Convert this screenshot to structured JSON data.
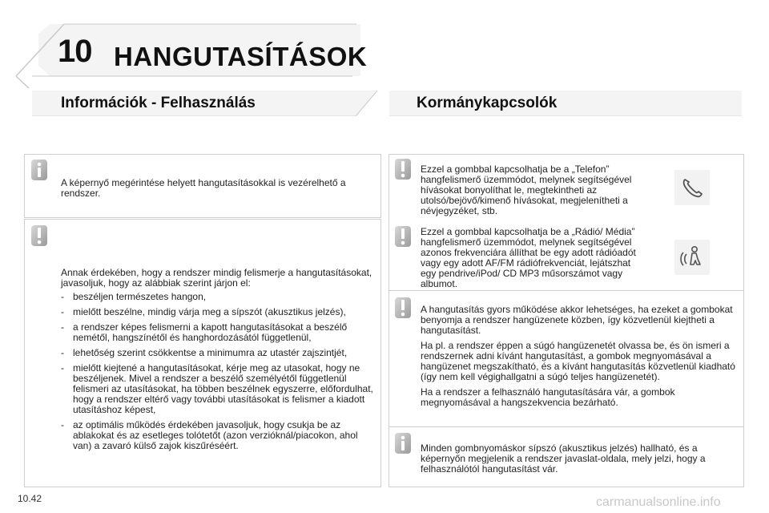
{
  "chapter": {
    "number": "10",
    "title": "HANGUTASÍTÁSOK"
  },
  "left_section": {
    "heading": "Információk - Felhasználás",
    "info_note": "A képernyő megérintése helyett hangutasításokkal is vezérelhető a rendszer.",
    "warning_intro": "Annak érdekében, hogy a rendszer mindig felismerje a hangutasításokat, javasoljuk, hogy az alábbiak szerint járjon el:",
    "bullets": [
      "beszéljen természetes hangon,",
      "mielőtt beszélne, mindig várja meg a sípszót (akusztikus jelzés),",
      "a rendszer képes felismerni a kapott hangutasításokat a beszélő nemétől, hangszínétől és hanghordozásától függetlenül,",
      "lehetőség szerint csökkentse a minimumra az utastér zajszintjét,",
      "mielőtt kiejtené a hangutasításokat, kérje meg az utasokat, hogy ne beszéljenek. Mivel a rendszer a beszélő személyétől függetlenül felismeri az utasításokat, ha többen beszélnek egyszerre, előfordulhat, hogy a rendszer eltérő vagy további utasításokat is felismer a kiadott utasításhoz képest,",
      "az optimális működés érdekében javasoljuk, hogy csukja be az ablakokat és az esetleges tolótetőt (azon verzióknál/piacokon, ahol van) a zavaró külső zajok kiszűréséért."
    ]
  },
  "right_section": {
    "heading": "Kormánykapcsolók",
    "phone_text": "Ezzel a gombbal kapcsolhatja be a „Telefon” hangfelismerő üzemmódot, melynek segítségével hívásokat bonyolíthat le, megtekintheti az utolsó/bejövő/kimenő hívásokat, megjelenítheti a névjegyzéket, stb.",
    "radio_text": "Ezzel a gombbal kapcsolhatja be a „Rádió/ Média” hangfelismerő üzemmódot, melynek segítségével azonos frekvenciára állíthat be egy adott rádióadót vagy egy adott AF/FM rádiófrekvenciát, lejátszhat egy pendrive/iPod/ CD MP3 műsorszámot vagy albumot.",
    "quick_p1": "A hangutasítás gyors működése akkor lehetséges, ha ezeket a gombokat benyomja a rendszer hangüzenete közben, így közvetlenül kiejtheti a hangutasítást.",
    "quick_p2": "Ha pl. a rendszer éppen a súgó hangüzenetét olvassa be, és ön ismeri a rendszernek adni kívánt hangutasítást, a gombok megnyomásával a hangüzenet megszakítható, és a kívánt hangutasítás közvetlenül kiadható (így nem kell végighallgatni a súgó teljes hangüzenetét).",
    "quick_p3": "Ha a rendszer a felhasználó hangutasítására vár, a gombok megnyomásával a hangszekvencia bezárható.",
    "beep_text": "Minden gombnyomáskor sípszó (akusztikus jelzés) hallható, és a képernyőn megjelenik a rendszer javaslat-oldala, mely jelzi, hogy a felhasználótól hangutasítást vár."
  },
  "footer": {
    "page_number": "10.42",
    "watermark": "carmanualsonline.info"
  },
  "colors": {
    "tab_gray": "#c9c9c9",
    "box_border": "#cfcfcf",
    "text": "#222222",
    "watermark": "#c8c8c8"
  }
}
